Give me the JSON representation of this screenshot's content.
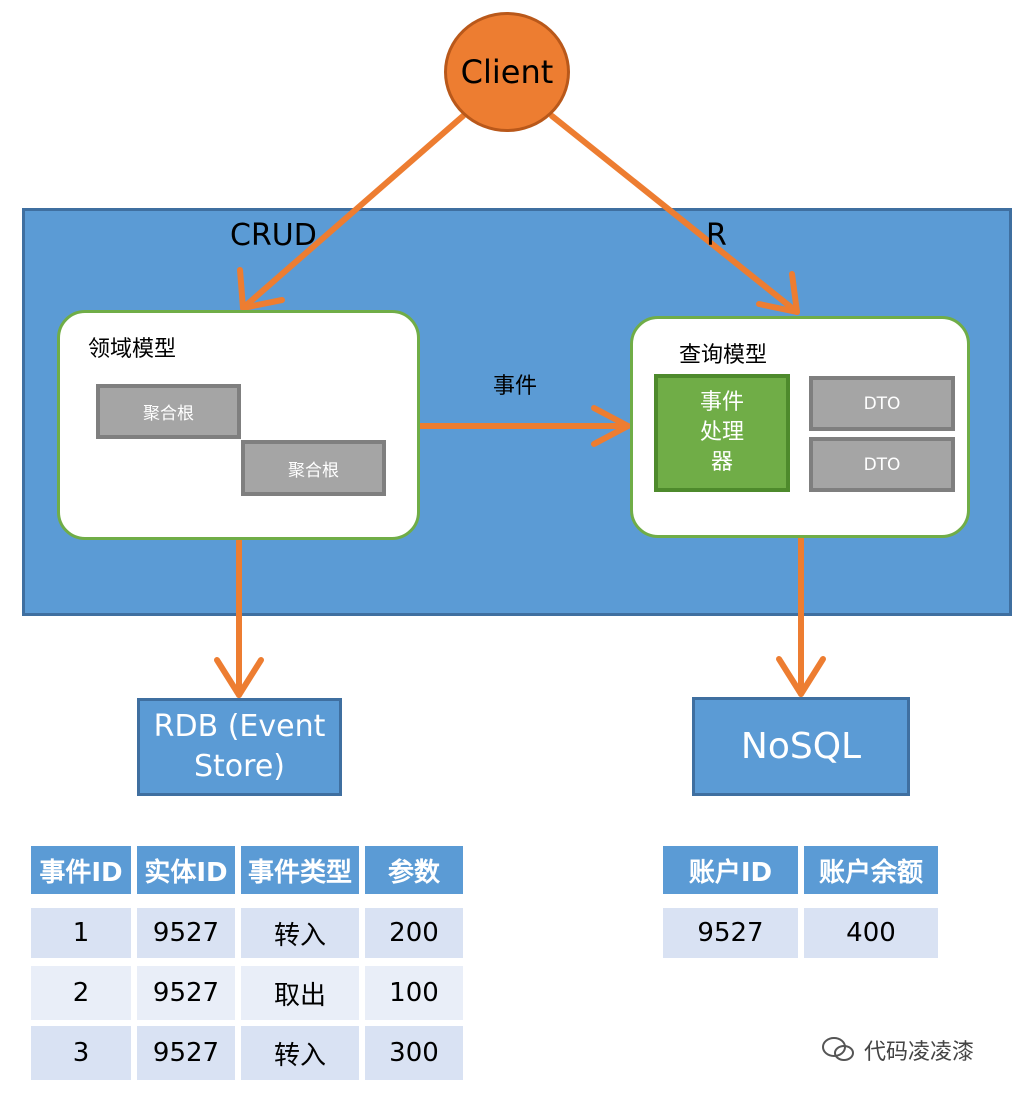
{
  "client": {
    "label": "Client"
  },
  "edges": {
    "crud_label": "CRUD",
    "read_label": "R",
    "event_label": "事件"
  },
  "domain_model": {
    "title": "领域模型",
    "aggregates": [
      "聚合根",
      "聚合根"
    ]
  },
  "query_model": {
    "title": "查询模型",
    "handler_lines": [
      "事件",
      "处理",
      "器"
    ],
    "dtos": [
      "DTO",
      "DTO"
    ]
  },
  "stores": {
    "rdb_lines": [
      "RDB (Event",
      "Store)"
    ],
    "nosql": "NoSQL"
  },
  "event_table": {
    "headers": [
      "事件ID",
      "实体ID",
      "事件类型",
      "参数"
    ],
    "rows": [
      [
        "1",
        "9527",
        "转入",
        "200"
      ],
      [
        "2",
        "9527",
        "取出",
        "100"
      ],
      [
        "3",
        "9527",
        "转入",
        "300"
      ]
    ]
  },
  "account_table": {
    "headers": [
      "账户ID",
      "账户余额"
    ],
    "rows": [
      [
        "9527",
        "400"
      ]
    ]
  },
  "watermark": {
    "text": "代码凌凌漆"
  },
  "colors": {
    "arrow": "#ed7d31",
    "container_blue": "#5b9bd5",
    "model_border": "#70ad47",
    "handler_green": "#70ad47",
    "aggregate_gray": "#a5a5a5"
  }
}
